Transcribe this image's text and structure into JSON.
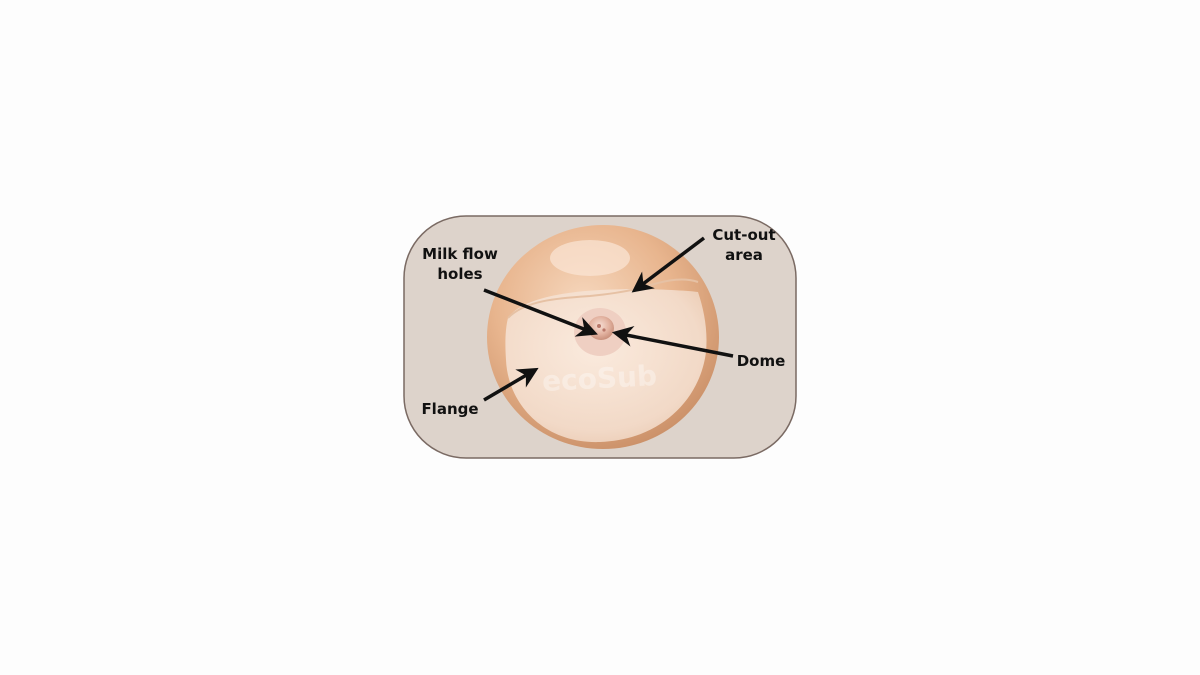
{
  "diagram": {
    "labels": {
      "milk_flow_holes": [
        "Milk flow",
        "holes"
      ],
      "cut_out_area": [
        "Cut-out",
        "area"
      ],
      "dome": "Dome",
      "flange": "Flange"
    },
    "watermark": "ecoSub",
    "colors": {
      "panel_fill": "#ddd3cb",
      "panel_border": "#7a6a63",
      "shell_outer": "#d9a57e",
      "flange_light": "#f4dfcd",
      "dome": "#e9bfb0",
      "arrow": "#111111"
    }
  }
}
